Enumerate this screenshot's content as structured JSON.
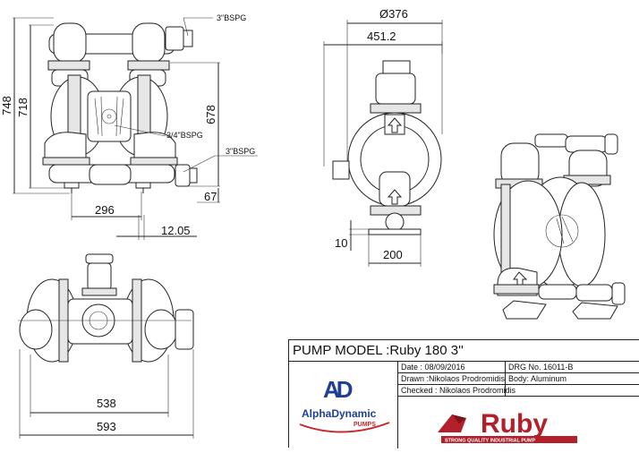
{
  "drawing": {
    "dimensions": {
      "total_height": "748",
      "height_718": "718",
      "height_678": "678",
      "height_67": "67",
      "width_296": "296",
      "bolt_12_05": "12.05",
      "diameter": "Ø376",
      "width_451": "451.2",
      "height_10": "10",
      "width_200": "200",
      "width_538": "538",
      "width_593": "593"
    },
    "ports": {
      "top_port": "3\"BSPG",
      "air_port": "3/4\"BSPG",
      "bottom_port": "3\"BSPG"
    }
  },
  "title_block": {
    "pump_model": "PUMP MODEL :Ruby 180  3''",
    "date": "Date : 08/09/2016",
    "drg_no": "DRG No. 16011-B",
    "drawn": "Drawn :Nikolaos Prodromidis",
    "body": "Body: Aluminum",
    "checked": "Checked : Nikolaos Prodromidis",
    "logo_mark": "AD",
    "company": "AlphaDynamic",
    "company_sub": "PUMPS",
    "brand": "Ruby",
    "brand_tagline": "STRONG QUALITY INDUSTRIAL PUMP",
    "colors": {
      "alpha_blue": "#1f3f93",
      "alpha_red": "#c8262c",
      "ruby_red": "#b3202a"
    }
  }
}
